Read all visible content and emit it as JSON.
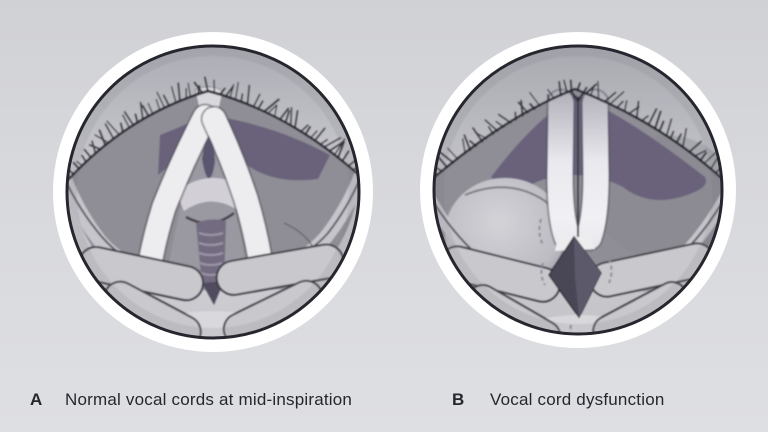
{
  "palette": {
    "bg": "#d7d8dc",
    "ink": "#26262e",
    "ring": "#ffffff",
    "flank": "#8f8e96",
    "purple": "#69627a",
    "purpleDeep": "#5b5570",
    "cord": "#ededf0",
    "lobe": "#c9c8cd",
    "trachea": "#736c80",
    "diamond": "#494754",
    "fold": "#c6c5cb"
  },
  "figures": [
    {
      "label": "A",
      "caption": "Normal vocal cords at mid-inspiration"
    },
    {
      "label": "B",
      "caption": "Vocal cord dysfunction"
    }
  ]
}
